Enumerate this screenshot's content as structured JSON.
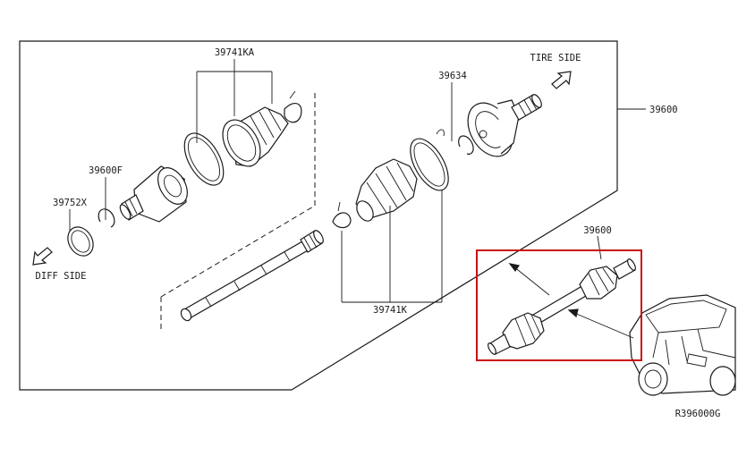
{
  "labels": {
    "part_39741KA": "39741KA",
    "part_39634": "39634",
    "tire_side": "TIRE SIDE",
    "part_39600_main": "39600",
    "part_39600F": "39600F",
    "part_39752X": "39752X",
    "diff_side": "DIFF SIDE",
    "part_39741K": "39741K",
    "part_39600_inset": "39600",
    "diagram_code": "R396000G"
  },
  "colors": {
    "line": "#1a1a1a",
    "highlight_box": "#cc1111",
    "background": "#ffffff"
  },
  "icons": {
    "tire_side_arrow": "outline-arrow-up-right-icon",
    "diff_side_arrow": "outline-arrow-down-left-icon"
  }
}
